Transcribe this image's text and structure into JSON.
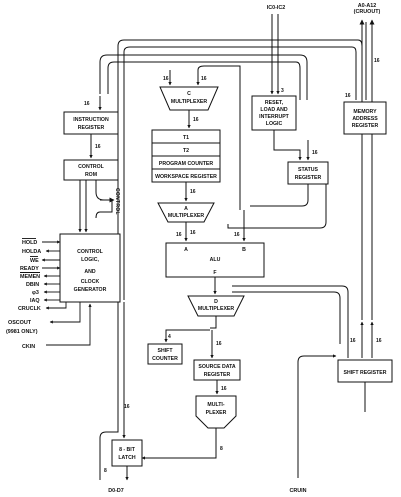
{
  "top_labels": {
    "ic_bus": "IC0-IC2",
    "address_bus": "A0-A12",
    "address_bus_sub": "(CRUOUT)"
  },
  "bottom_labels": {
    "data_bus": "D0-D7",
    "cruin": "CRUIN"
  },
  "blocks": {
    "c_mux": {
      "letter": "C",
      "name": "MULTIPLEXER"
    },
    "instruction_register": {
      "line1": "INSTRUCTION",
      "line2": "REGISTER"
    },
    "control_rom": {
      "line1": "CONTROL",
      "line2": "ROM"
    },
    "reset_logic": {
      "line1": "RESET,",
      "line2": "LOAD AND",
      "line3": "INTERRUPT",
      "line4": "LOGIC"
    },
    "memory_address_register": {
      "line1": "MEMORY",
      "line2": "ADDRESS",
      "line3": "REGISTER"
    },
    "registers": [
      "T1",
      "T2",
      "PROGRAM COUNTER",
      "WORKSPACE REGISTER"
    ],
    "status_register": {
      "line1": "STATUS",
      "line2": "REGISTER"
    },
    "a_mux": {
      "letter": "A",
      "name": "MULTIPLEXER"
    },
    "control_logic": {
      "line1": "CONTROL",
      "line2": "LOGIC,",
      "line3": "AND",
      "line4": "CLOCK",
      "line5": "GENERATOR"
    },
    "alu": {
      "name": "ALU",
      "in_a": "A",
      "in_b": "B",
      "out": "F"
    },
    "d_mux": {
      "letter": "D",
      "name": "MULTIPLEXER"
    },
    "shift_counter": {
      "line1": "SHIFT",
      "line2": "COUNTER"
    },
    "source_data_register": {
      "line1": "SOURCE DATA",
      "line2": "REGISTER"
    },
    "multiplexer": {
      "line1": "MULTI-",
      "line2": "PLEXER"
    },
    "shift_register": {
      "name": "SHIFT REGISTER"
    },
    "latch": {
      "line1": "8 - BIT",
      "line2": "LATCH"
    }
  },
  "control_word": "CONTROL",
  "pins_in_out": [
    "HOLD",
    "HOLDA",
    "WE",
    "READY",
    "MEMEN",
    "DBIN",
    "φ3",
    "IAQ",
    "CRUCLK"
  ],
  "oscout": {
    "line1": "OSCOUT",
    "line2": "(9981 ONLY)"
  },
  "ckin": "CKIN",
  "widths": {
    "w16": "16",
    "w8": "8",
    "w4": "4",
    "w3": "3"
  }
}
